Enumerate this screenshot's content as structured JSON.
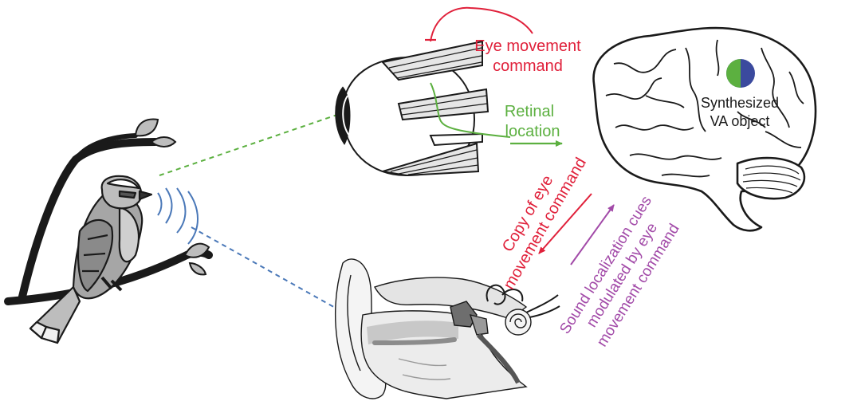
{
  "colors": {
    "red": "#e0203a",
    "green": "#5cb040",
    "blue": "#4a78b8",
    "purple": "#a24aa8",
    "ink": "#1a1a1a",
    "gray_light": "#d0d0d0",
    "gray_mid": "#a6a6a6",
    "gray_dark": "#555555"
  },
  "icons": {
    "bird": "bird-icon",
    "eye": "eye-icon",
    "brain": "brain-icon",
    "ear": "ear-icon",
    "va_object": "half-green-half-blue-circle"
  },
  "labels": {
    "eye_movement_command": [
      "Eye movement",
      "command"
    ],
    "retinal_location": [
      "Retinal",
      "location"
    ],
    "synthesized_va_object": [
      "Synthesized",
      "VA object"
    ],
    "copy_of_eye_movement_command": [
      "Copy of eye",
      "movement command"
    ],
    "sound_localization_cues": [
      "Sound localization cues",
      "modulated by eye",
      "movement command"
    ]
  }
}
